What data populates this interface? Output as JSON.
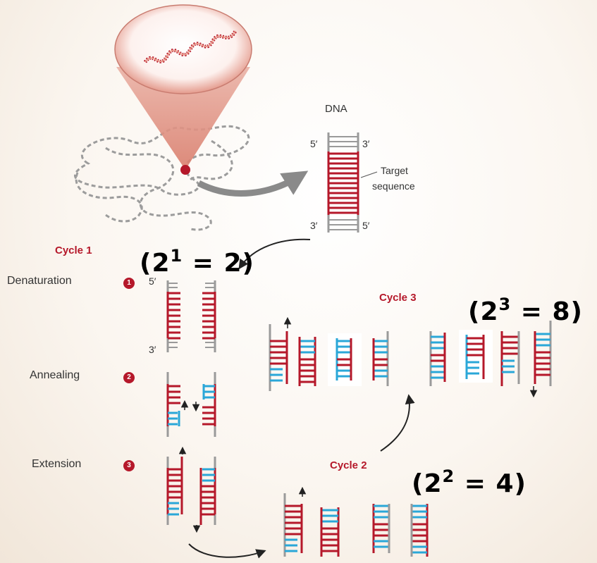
{
  "dna_label": "DNA",
  "target_label_line1": "Target",
  "target_label_line2": "sequence",
  "ends": {
    "top_left": "5′",
    "top_right": "3′",
    "bottom_left": "3′",
    "bottom_right": "5′"
  },
  "cycles": [
    {
      "label": "Cycle 1",
      "equation": {
        "base": "(2",
        "exp": "1",
        "rest": " = 2)"
      }
    },
    {
      "label": "Cycle 2",
      "equation": {
        "base": "(2",
        "exp": "2",
        "rest": " = 4)"
      }
    },
    {
      "label": "Cycle 3",
      "equation": {
        "base": "(2",
        "exp": "3",
        "rest": " = 8)"
      }
    }
  ],
  "steps": [
    {
      "label": "Denaturation",
      "num": "1"
    },
    {
      "label": "Annealing",
      "num": "2"
    },
    {
      "label": "Extension",
      "num": "3"
    }
  ],
  "strand_ends": {
    "top": "5′",
    "bottom": "3′"
  },
  "colors": {
    "template": "#b5182a",
    "primer": "#2aa7d8",
    "backbone": "#9a9a9a",
    "cone": "#e7a59a",
    "accent": "#b5182a"
  }
}
